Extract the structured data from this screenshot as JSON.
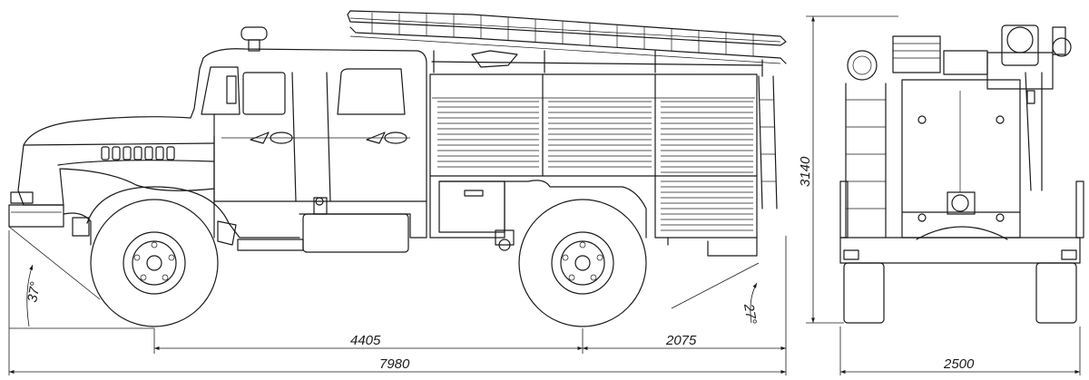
{
  "dimensions": {
    "wheelbase": "4405",
    "rear_overhang": "2075",
    "overall_length": "7980",
    "overall_width": "2500",
    "overall_height": "3140",
    "approach_angle": "37°",
    "departure_angle": "27°"
  },
  "colors": {
    "line": "#1a1a1a",
    "paper": "#ffffff"
  }
}
